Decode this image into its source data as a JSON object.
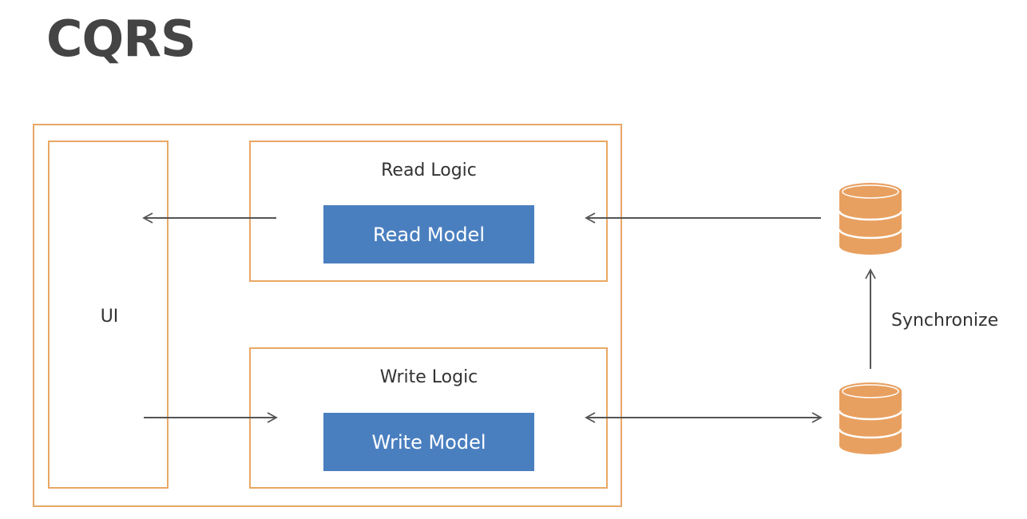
{
  "title": "CQRS",
  "diagram": {
    "ui_label": "UI",
    "read_logic_label": "Read Logic",
    "read_model_label": "Read Model",
    "write_logic_label": "Write Logic",
    "write_model_label": "Write Model",
    "synchronize_label": "Synchronize"
  },
  "colors": {
    "border": "#E8A765",
    "model_fill": "#4A7FBF",
    "database": "#E8A060",
    "arrow": "#555555",
    "text": "#333333",
    "title": "#444444"
  }
}
